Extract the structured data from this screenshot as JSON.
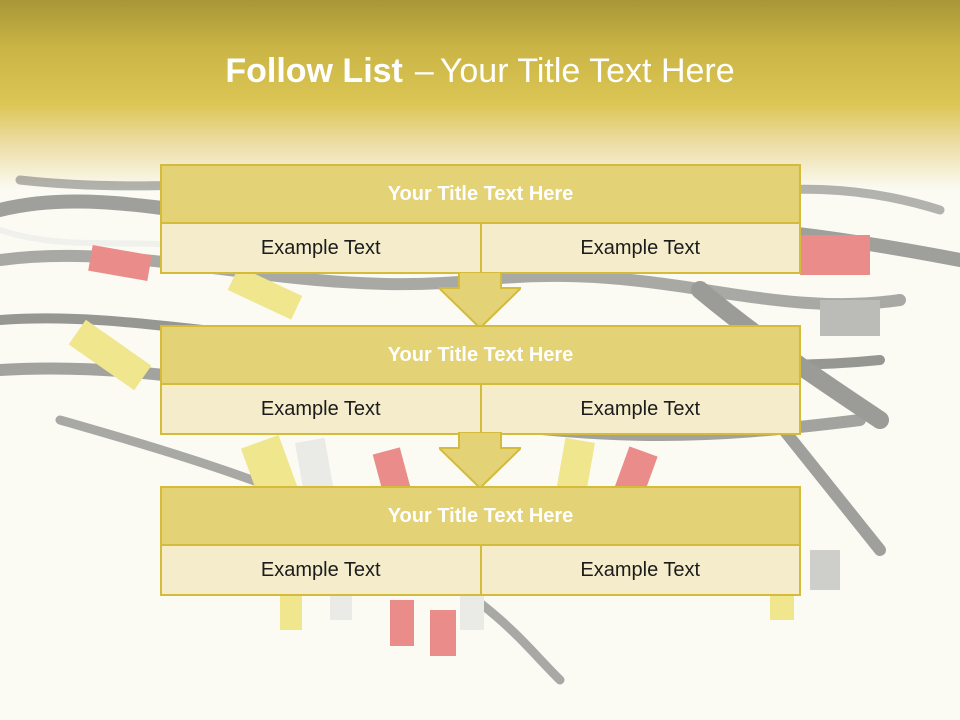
{
  "slide": {
    "title_bold": "Follow List",
    "title_separator": "–",
    "title_rest": "Your Title Text Here"
  },
  "blocks": [
    {
      "title": "Your Title Text Here",
      "left": "Example Text",
      "right": "Example Text"
    },
    {
      "title": "Your Title Text Here",
      "left": "Example Text",
      "right": "Example Text"
    },
    {
      "title": "Your Title Text Here",
      "left": "Example Text",
      "right": "Example Text"
    }
  ],
  "colors": {
    "accent": "#d4bb3a",
    "header_fill": "#e3d276",
    "cell_fill": "#f4ecca",
    "header_bar": "#c9b445"
  }
}
